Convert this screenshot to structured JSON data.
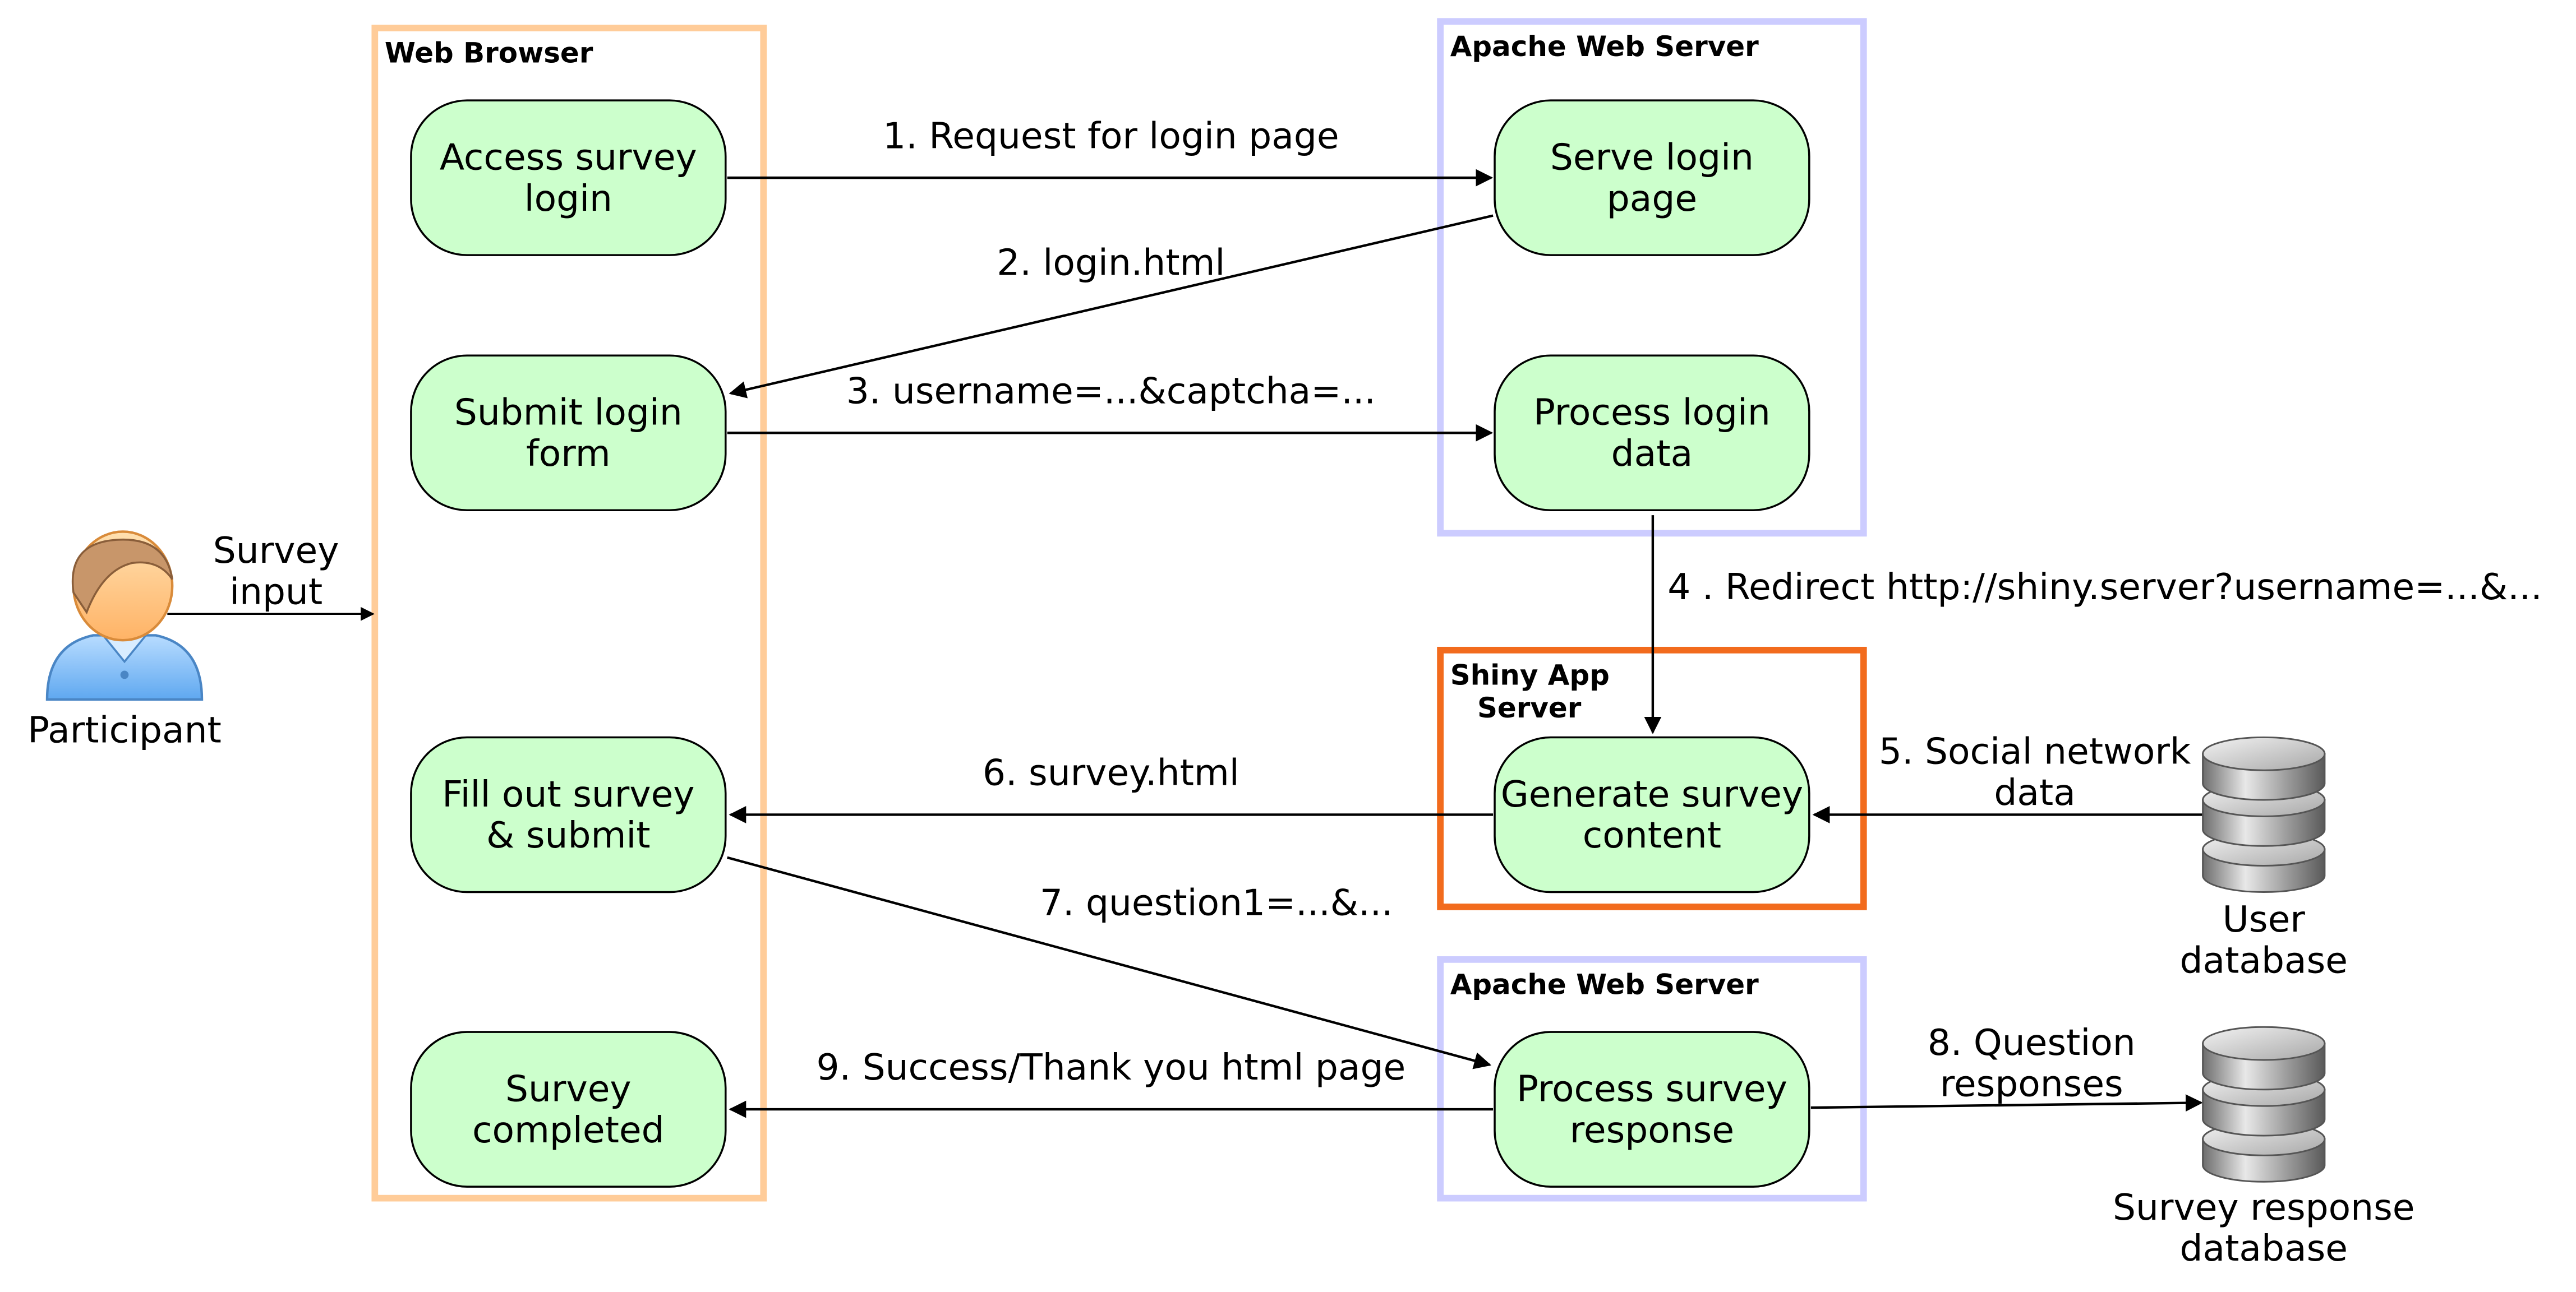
{
  "containers": {
    "web_browser": {
      "title": "Web Browser",
      "color": "#ffcc99"
    },
    "apache_top": {
      "title": "Apache Web Server",
      "color": "#ccccff"
    },
    "shiny": {
      "title_line1": "Shiny App",
      "title_line2": "Server",
      "color": "#f26b1d"
    },
    "apache_bottom": {
      "title": "Apache Web Server",
      "color": "#ccccff"
    }
  },
  "nodes": {
    "access_login": {
      "line1": "Access survey",
      "line2": "login"
    },
    "submit_login": {
      "line1": "Submit login",
      "line2": "form"
    },
    "fill_out": {
      "line1": "Fill out survey",
      "line2": "& submit"
    },
    "survey_completed": {
      "line1": "Survey",
      "line2": "completed"
    },
    "serve_login": {
      "line1": "Serve login",
      "line2": "page"
    },
    "process_login": {
      "line1": "Process login",
      "line2": "data"
    },
    "generate_content": {
      "line1": "Generate survey",
      "line2": "content"
    },
    "process_response": {
      "line1": "Process survey",
      "line2": "response"
    }
  },
  "node_fill": "#ccffcc",
  "edges": {
    "e1": "1. Request for login page",
    "e2": "2. login.html",
    "e3": "3. username=...&captcha=...",
    "e4": "4 . Redirect http://shiny.server?username=...&...",
    "e5_line1": "5. Social network",
    "e5_line2": "data",
    "e6": "6. survey.html",
    "e7": "7. question1=...&...",
    "e8_line1": "8. Question",
    "e8_line2": "responses",
    "e9": "9. Success/Thank you html page"
  },
  "participant": {
    "label": "Participant",
    "input_line1": "Survey",
    "input_line2": "input"
  },
  "databases": {
    "user_db": {
      "line1": "User",
      "line2": "database",
      "icon": "database-icon"
    },
    "response_db": {
      "line1": "Survey response",
      "line2": "database",
      "icon": "database-icon"
    }
  }
}
